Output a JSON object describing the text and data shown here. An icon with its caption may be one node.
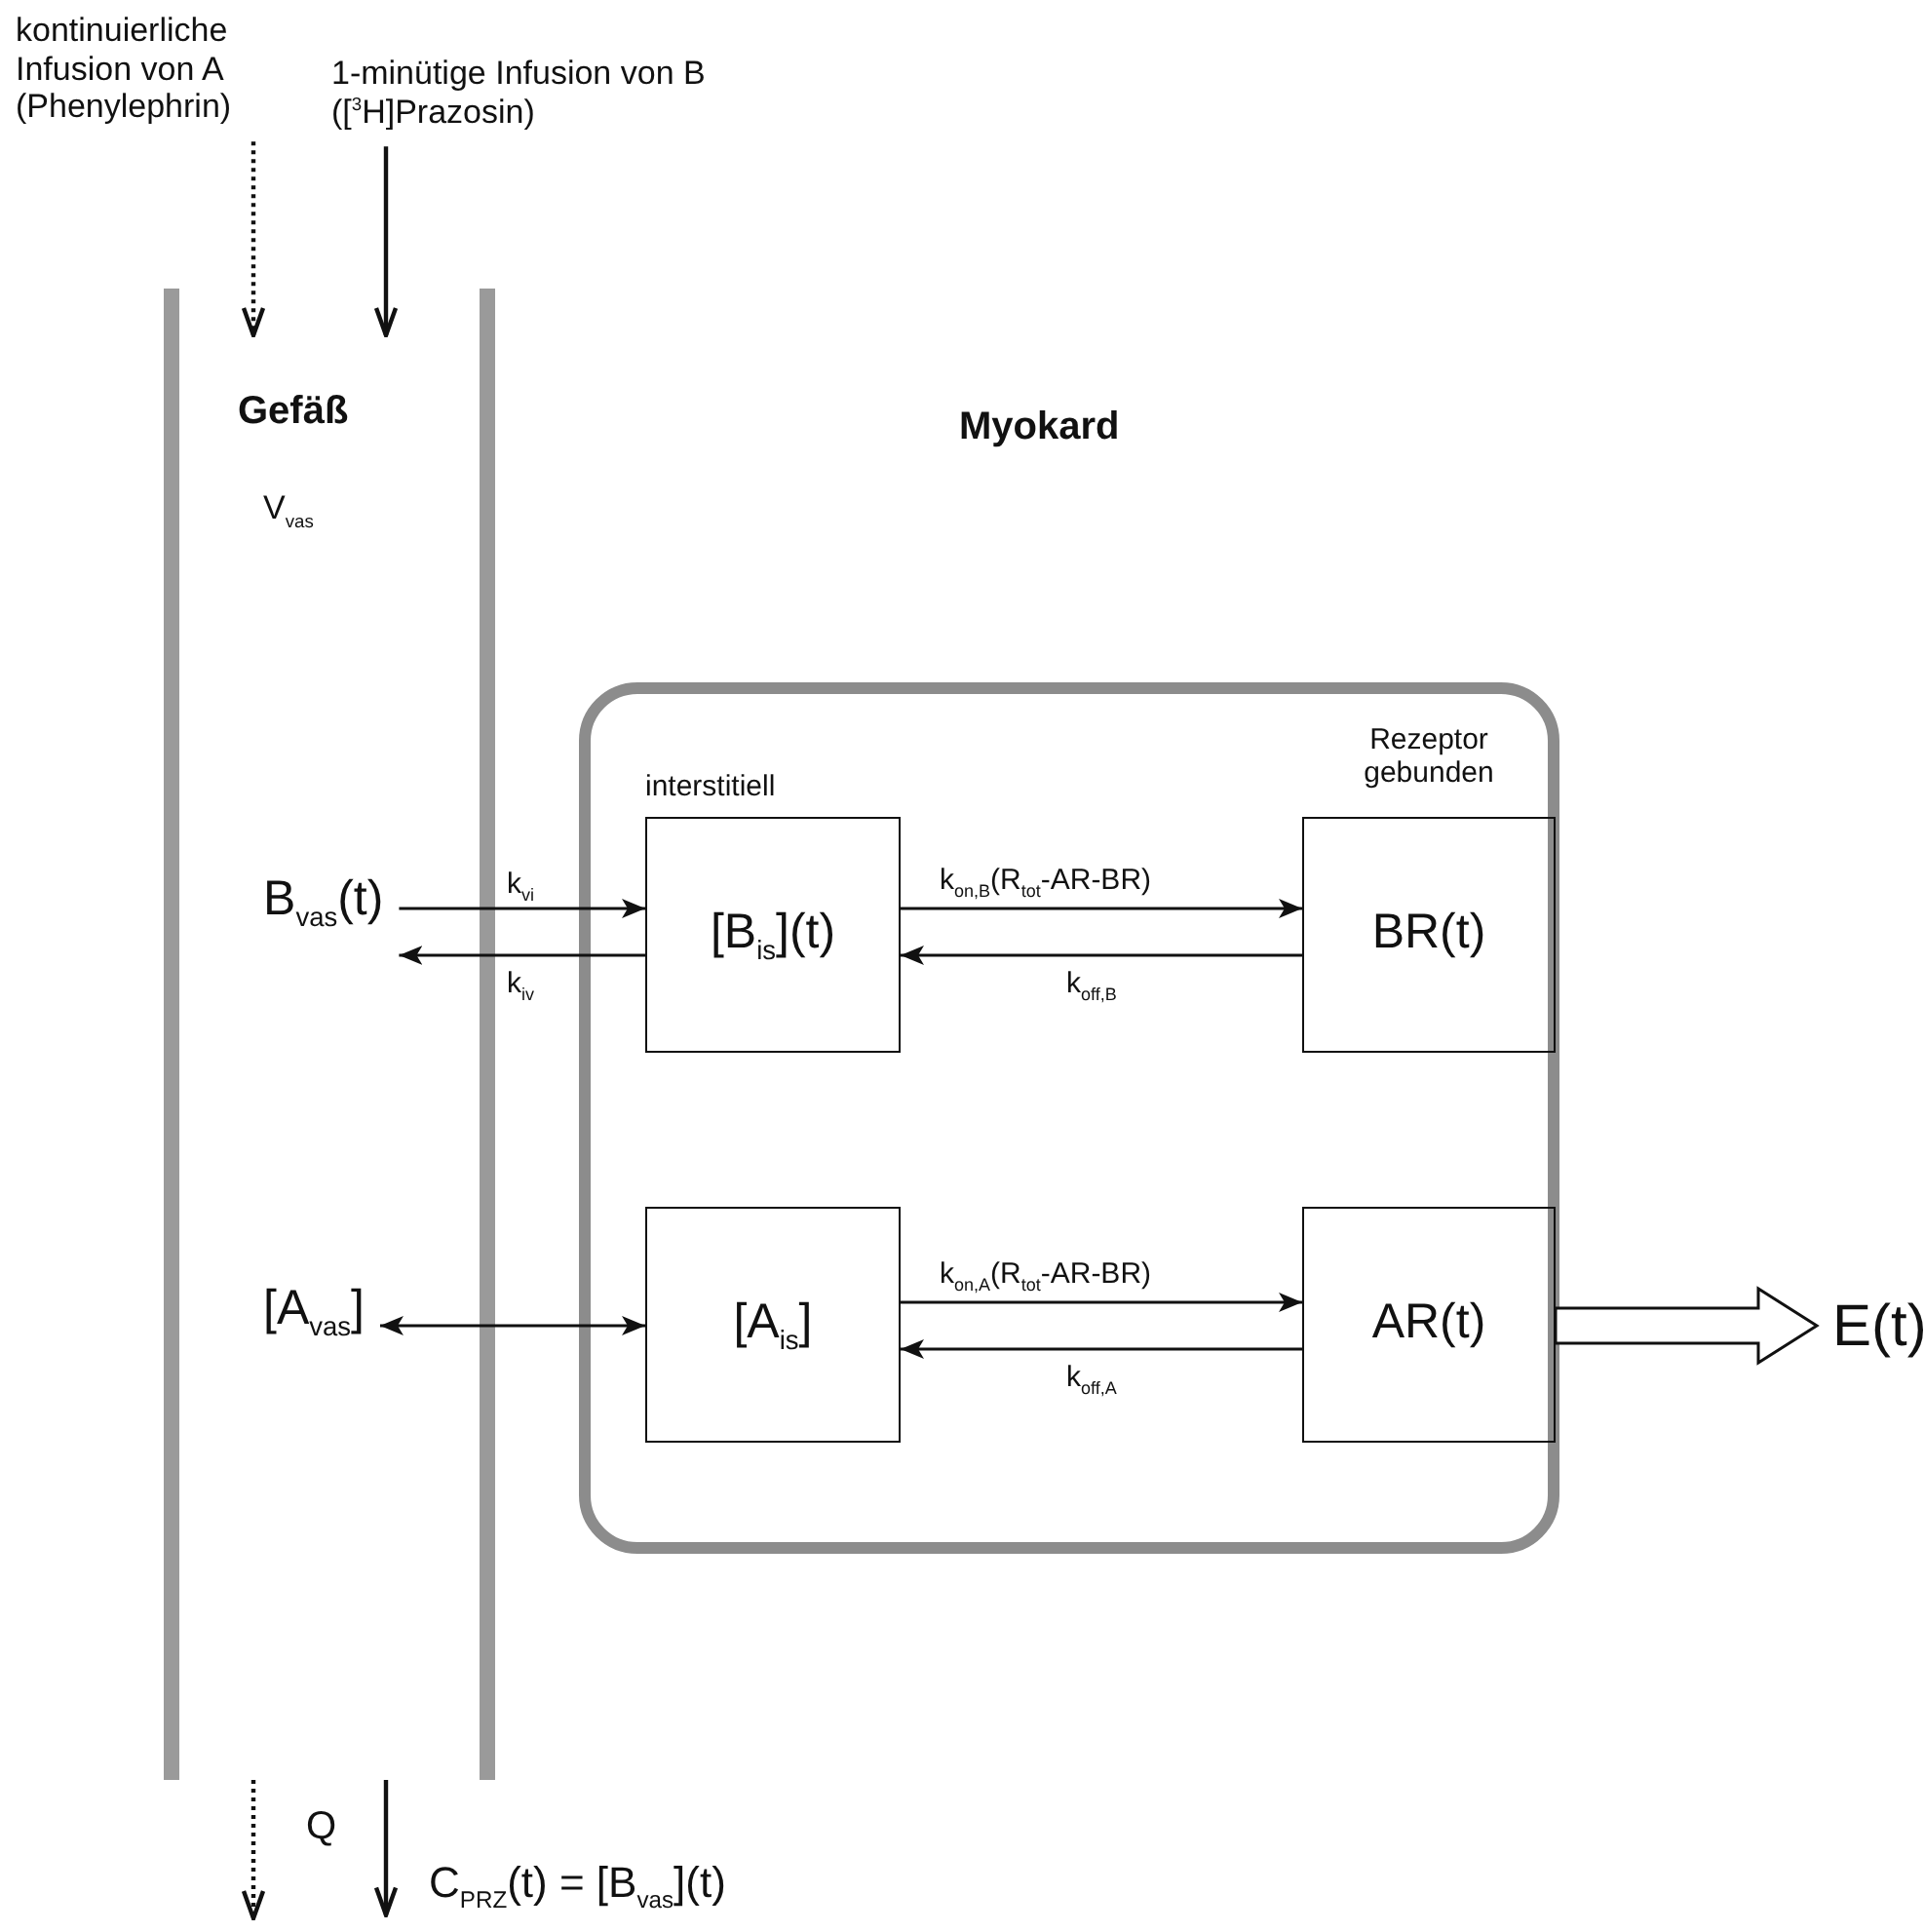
{
  "diagram": {
    "nodes": [
      {
        "text": [
          "Gefäß",
          "V$_{vas}$"
        ]
      },
      {
        "text": [
          "B$_{vas}$(t)"
        ],
        "in": 0
      },
      {
        "text": [
          "[A$_{vas}$]"
        ],
        "in": 0
      },
      {
        "text": [],
        "shape": "box"
      },
      {
        "text": [
          "interstitiell",
          "[B$_{is}$](t)"
        ],
        "in": 3
      },
      {
        "text": [
          "Rezeptor gebunden",
          "BR(t)"
        ],
        "in": 3
      },
      {
        "text": [
          "[A$_{is}$]"
        ],
        "in": 3
      },
      {
        "text": [
          "AR(t)"
        ],
        "in": 3
      },
      {
        "text": [
          "E(t)"
        ]
      },
      {
        "text": [
          "kontinuierliche Infusion von A (Phenylephrin)"
        ]
      },
      {
        "text": [
          "1-minütige Infusion von B ([$^{3}$H]Prazosin)"
        ]
      },
      {
        "text": [
          "C$_{PRZ}$(t) = [B$_{vas}$](t)"
        ]
      }
    ],
    "edges": [
      {
        "from": 1,
        "to": 4,
        "arrow": "to",
        "label": "k$_{vi}$"
      },
      {
        "from": 4,
        "to": 1,
        "arrow": "to",
        "label": "k$_{iv}$"
      },
      {
        "from": 2,
        "to": 6,
        "arrow": "both"
      },
      {
        "from": 4,
        "to": 5,
        "arrow": "to",
        "label": "k$_{on,B}$(R$_{tot}$-AR-BR)"
      },
      {
        "from": 5,
        "to": 4,
        "arrow": "to",
        "label": "k$_{off,B}$"
      },
      {
        "from": 6,
        "to": 7,
        "arrow": "to",
        "label": "k$_{on,A}$(R$_{tot}$-AR-BR)"
      },
      {
        "from": 7,
        "to": 6,
        "arrow": "to",
        "label": "k$_{off,A}$"
      },
      {
        "from": 7,
        "to": 8,
        "arrow": "to",
        "style": "thick"
      },
      {
        "from": 9,
        "to": 0,
        "arrow": "to",
        "style": "dashed"
      },
      {
        "from": 10,
        "to": 0,
        "arrow": "to"
      },
      {
        "from": 0,
        "to": null,
        "arrow": "to",
        "style": "dashed"
      },
      {
        "from": 0,
        "to": 11,
        "arrow": "to"
      }
    ],
    "labels": [
      "Myokard",
      "Q"
    ]
  }
}
